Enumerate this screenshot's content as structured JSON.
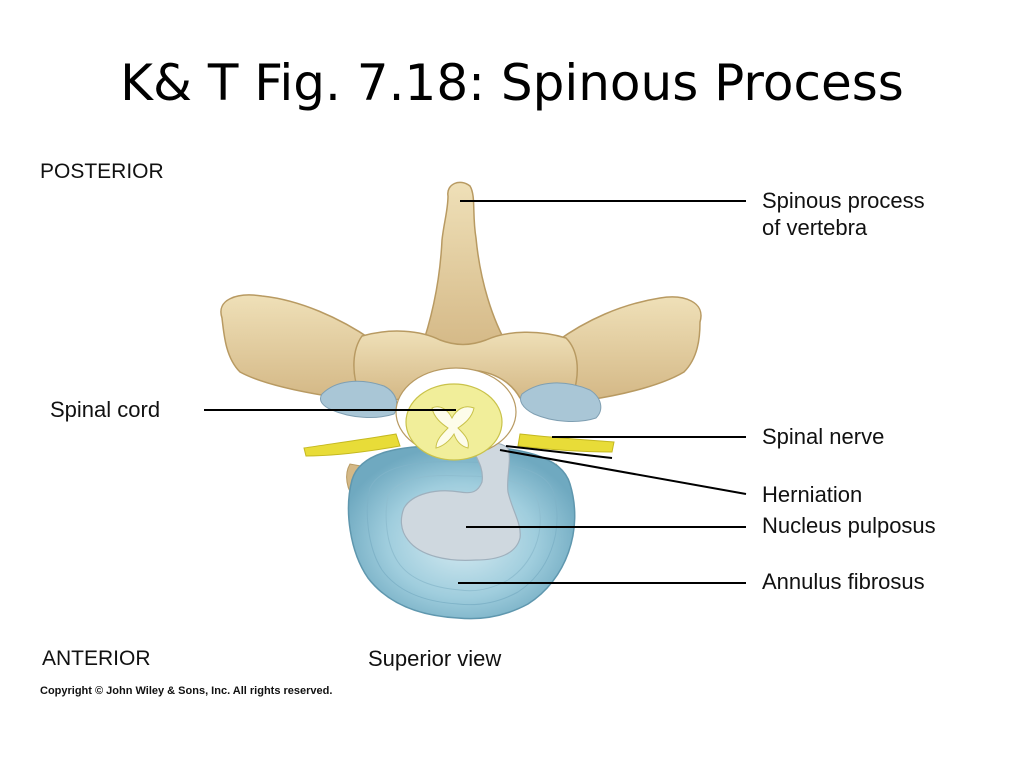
{
  "slide": {
    "title": "K& T Fig. 7.18:  Spinous Process"
  },
  "figure": {
    "orientation_top": "POSTERIOR",
    "orientation_bottom": "ANTERIOR",
    "view": "Superior view",
    "copyright": "Copyright © John Wiley & Sons, Inc. All rights reserved.",
    "labels": {
      "spinous_process_line1": "Spinous process",
      "spinous_process_line2": "of vertebra",
      "spinal_cord": "Spinal cord",
      "spinal_nerve": "Spinal nerve",
      "herniation": "Herniation",
      "nucleus_pulposus": "Nucleus pulposus",
      "annulus_fibrosus": "Annulus fibrosus"
    },
    "colors": {
      "bone": "#e3cf9e",
      "bone_shadow": "#c9ac72",
      "annulus": "#8ec3d6",
      "nucleus": "#cfd8df",
      "spinal_cord": "#f1ee9a",
      "nerve": "#e8dc38",
      "facet": "#a9c6d6",
      "leader_line": "#000000"
    }
  }
}
